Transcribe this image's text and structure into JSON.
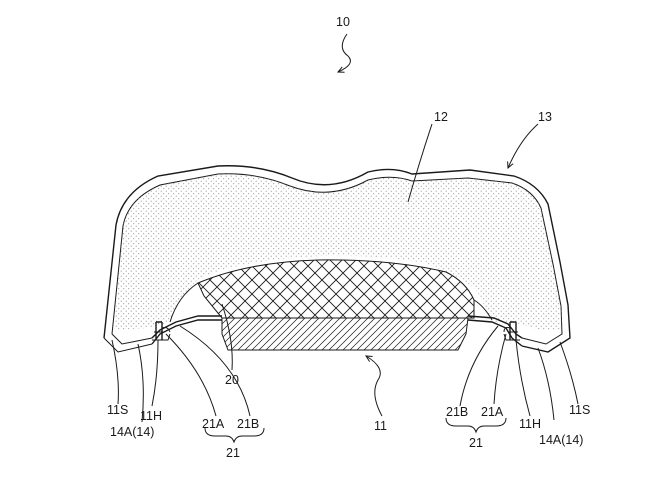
{
  "figure": {
    "labels": {
      "assembly": "10",
      "cushion_pad": "12",
      "cover": "13",
      "pan": "11",
      "pad_member": "20",
      "left_clip_A": "21A",
      "left_clip_B": "21B",
      "left_clip_group": "21",
      "right_clip_A": "21A",
      "right_clip_B": "21B",
      "right_clip_group": "21",
      "left_11S": "11S",
      "left_11H": "11H",
      "left_14A": "14A(14)",
      "right_11S": "11S",
      "right_11H": "11H",
      "right_14A": "14A(14)"
    },
    "colors": {
      "ink": "#1a1a1a",
      "cushion_dots": "#8a8a8a",
      "background": "#ffffff"
    }
  }
}
